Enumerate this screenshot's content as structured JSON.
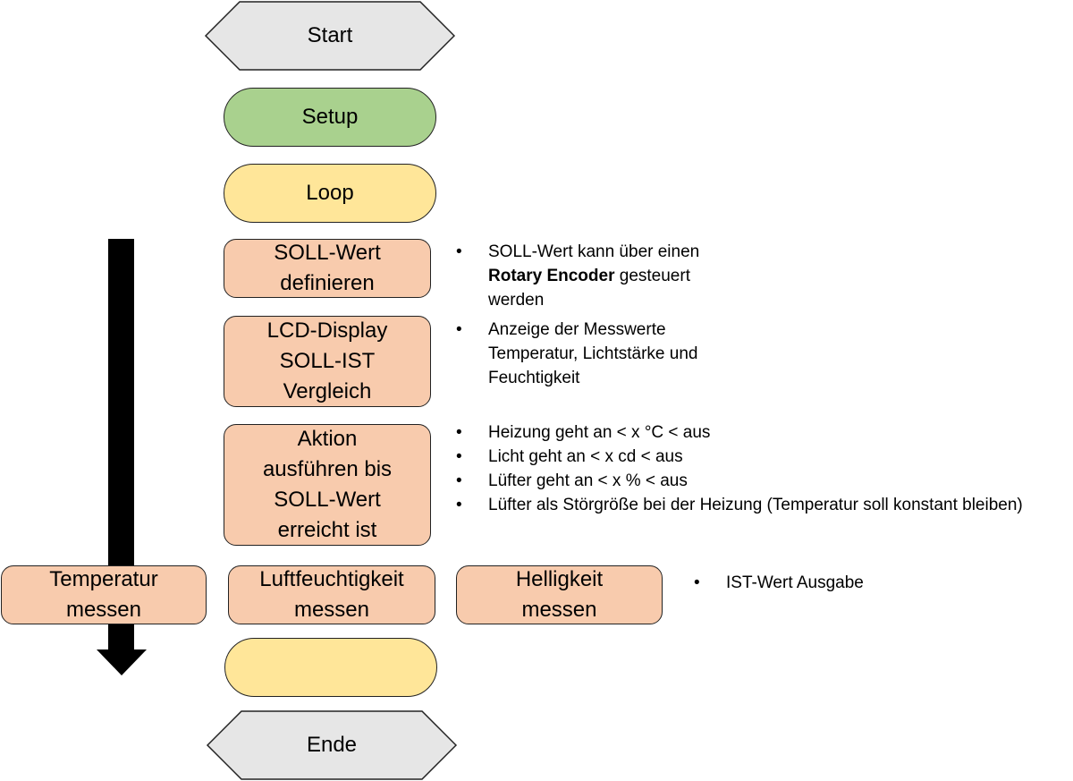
{
  "colors": {
    "terminal": "#e6e6e6",
    "setup": "#a9d18e",
    "loop": "#ffe699",
    "process": "#f8cbad",
    "arrow": "#000000"
  },
  "nodes": {
    "start": "Start",
    "setup": "Setup",
    "loop": "Loop",
    "soll_wert": "SOLL-Wert\ndefinieren",
    "lcd": "LCD-Display\nSOLL-IST\nVergleich",
    "aktion": "Aktion\nausführen bis\nSOLL-Wert\nerreicht ist",
    "temperatur": "Temperatur\nmessen",
    "luftfeuchtigkeit": "Luftfeuchtigkeit\nmessen",
    "helligkeit": "Helligkeit\nmessen",
    "loop_end": "",
    "ende": "Ende"
  },
  "notes": {
    "soll_wert": {
      "pre": "SOLL-Wert kann über einen",
      "bold": "Rotary Encoder",
      "post": " gesteuert\nwerden"
    },
    "lcd": [
      "Anzeige der Messwerte\nTemperatur, Lichtstärke und\nFeuchtigkeit"
    ],
    "aktion": [
      "Heizung geht an < x °C < aus",
      "Licht geht an < x cd < aus",
      "Lüfter geht an < x % < aus",
      "Lüfter als Störgröße bei der Heizung (Temperatur soll konstant bleiben)"
    ],
    "measure": [
      "IST-Wert Ausgabe"
    ]
  }
}
